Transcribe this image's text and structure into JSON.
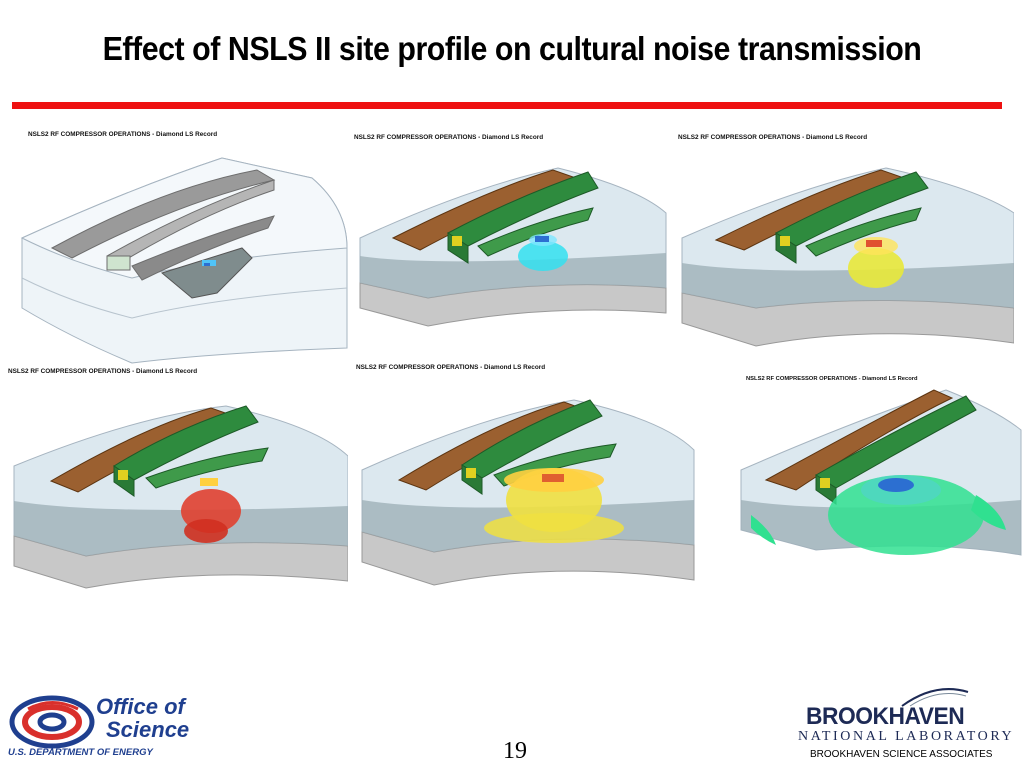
{
  "slide": {
    "title": "Effect of NSLS II site profile on cultural noise transmission",
    "page_number": "19"
  },
  "panels": [
    {
      "caption": "NSLS2 RF COMPRESSOR OPERATIONS - Diamond LS Record",
      "state": "undeformed",
      "blob_color": "#66ccff"
    },
    {
      "caption": "NSLS2 RF COMPRESSOR OPERATIONS - Diamond LS Record",
      "state": "cyan",
      "blob_color": "#33e0f0"
    },
    {
      "caption": "NSLS2 RF COMPRESSOR OPERATIONS - Diamond LS Record",
      "state": "yellow-small",
      "blob_color": "#e8e83a"
    },
    {
      "caption": "NSLS2 RF COMPRESSOR OPERATIONS - Diamond LS Record",
      "state": "red",
      "blob_color": "#e04030"
    },
    {
      "caption": "NSLS2 RF COMPRESSOR OPERATIONS - Diamond LS Record",
      "state": "yellow-large",
      "blob_color": "#f0e040"
    },
    {
      "caption": "NSLS2 RF COMPRESSOR OPERATIONS - Diamond LS Record",
      "state": "green",
      "blob_color": "#30e090"
    }
  ],
  "footer": {
    "doe_line1": "Office of",
    "doe_line2": "Science",
    "doe_sub": "U.S. DEPARTMENT OF ENERGY",
    "bnl_name": "BROOKHAVEN",
    "bnl_lab": "NATIONAL LABORATORY",
    "bnl_assoc": "BROOKHAVEN SCIENCE ASSOCIATES"
  },
  "colors": {
    "accent_rule": "#ee1111",
    "ring": "#2e8b3e",
    "tunnel": "#8b5a2b",
    "doe_blue": "#1f3f8f",
    "doe_red": "#d9302c",
    "bnl_navy": "#1d2a55"
  }
}
